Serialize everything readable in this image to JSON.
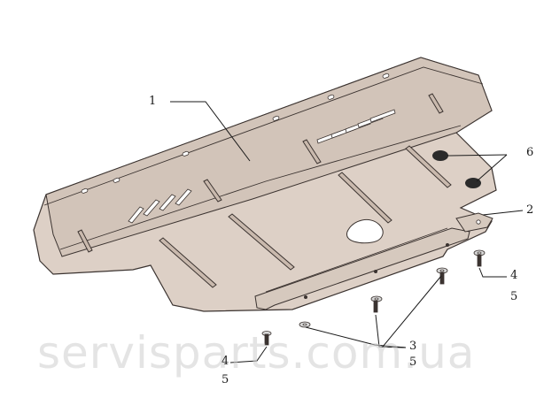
{
  "callouts": {
    "c1": "1",
    "c2": "2",
    "c3a": "3",
    "c3b": "5",
    "c4a_top": "4",
    "c4a_bottom": "5",
    "c4b_top": "4",
    "c4b_bottom": "5",
    "c6": "6"
  },
  "watermark": "servisparts.com.ua",
  "colors": {
    "plate_fill": "#ddd0c6",
    "plate_dark": "#c9b9ad",
    "outline": "#3b3330",
    "cap": "#2b2b2b"
  }
}
